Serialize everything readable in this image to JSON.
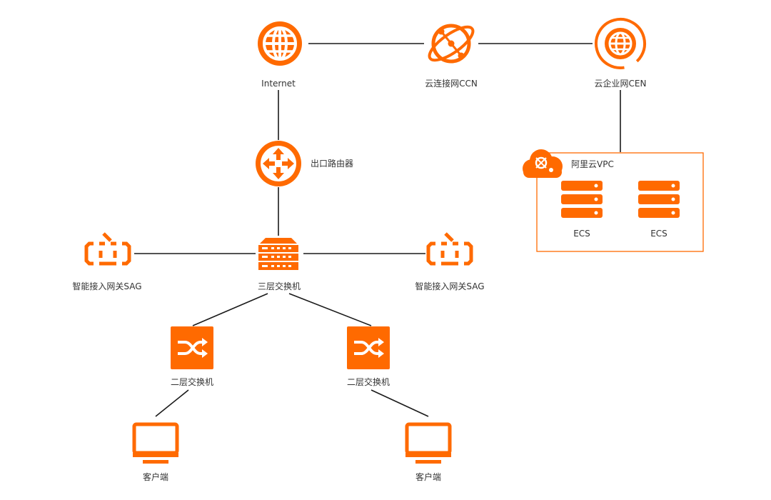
{
  "colors": {
    "accent": "#ff6a00",
    "line": "#1a1a1a",
    "text": "#333333"
  },
  "nodes": {
    "internet": {
      "label": "Internet",
      "icon": "globe-icon"
    },
    "ccn": {
      "label": "云连接网CCN",
      "icon": "orbit-globe-icon"
    },
    "cen": {
      "label": "云企业网CEN",
      "icon": "globe-ring-icon"
    },
    "router": {
      "label": "出口路由器",
      "icon": "router-icon"
    },
    "l3switch": {
      "label": "三层交换机",
      "icon": "rack-switch-icon"
    },
    "sag_left": {
      "label": "智能接入网关SAG",
      "icon": "sag-gateway-icon"
    },
    "sag_right": {
      "label": "智能接入网关SAG",
      "icon": "sag-gateway-icon"
    },
    "l2switch_left": {
      "label": "二层交换机",
      "icon": "switch-icon"
    },
    "l2switch_right": {
      "label": "二层交换机",
      "icon": "switch-icon"
    },
    "client_left": {
      "label": "客户端",
      "icon": "monitor-icon"
    },
    "client_right": {
      "label": "客户端",
      "icon": "monitor-icon"
    },
    "vpc": {
      "label": "阿里云VPC",
      "icon": "cloud-vpc-icon"
    },
    "ecs_1": {
      "label": "ECS",
      "icon": "server-icon"
    },
    "ecs_2": {
      "label": "ECS",
      "icon": "server-icon"
    }
  }
}
